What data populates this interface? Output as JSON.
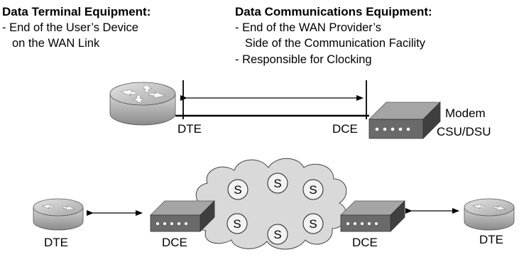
{
  "left_block": {
    "heading": "Data Terminal Equipment:",
    "line1": "- End of the User’s Device",
    "line2": "on the WAN Link"
  },
  "right_block": {
    "heading": "Data Communications Equipment:",
    "line1": "- End of the WAN Provider’s",
    "line2": "Side of the Communication Facility",
    "line3": "- Responsible for Clocking"
  },
  "top_link": {
    "dte_label": "DTE",
    "dce_label": "DCE",
    "modem_label": "Modem",
    "csu_label": "CSU/DSU"
  },
  "bottom": {
    "left_dte": "DTE",
    "left_dce": "DCE",
    "right_dce": "DCE",
    "right_dte": "DTE",
    "switch_label": "S"
  },
  "colors": {
    "router_body": "#b8b8b8",
    "router_dark": "#7a7a7a",
    "modem_top": "#a9a9a9",
    "modem_front": "#5e5e5e",
    "cloud_fill": "#dcdcdc",
    "switch_fill": "#eeeeee"
  }
}
